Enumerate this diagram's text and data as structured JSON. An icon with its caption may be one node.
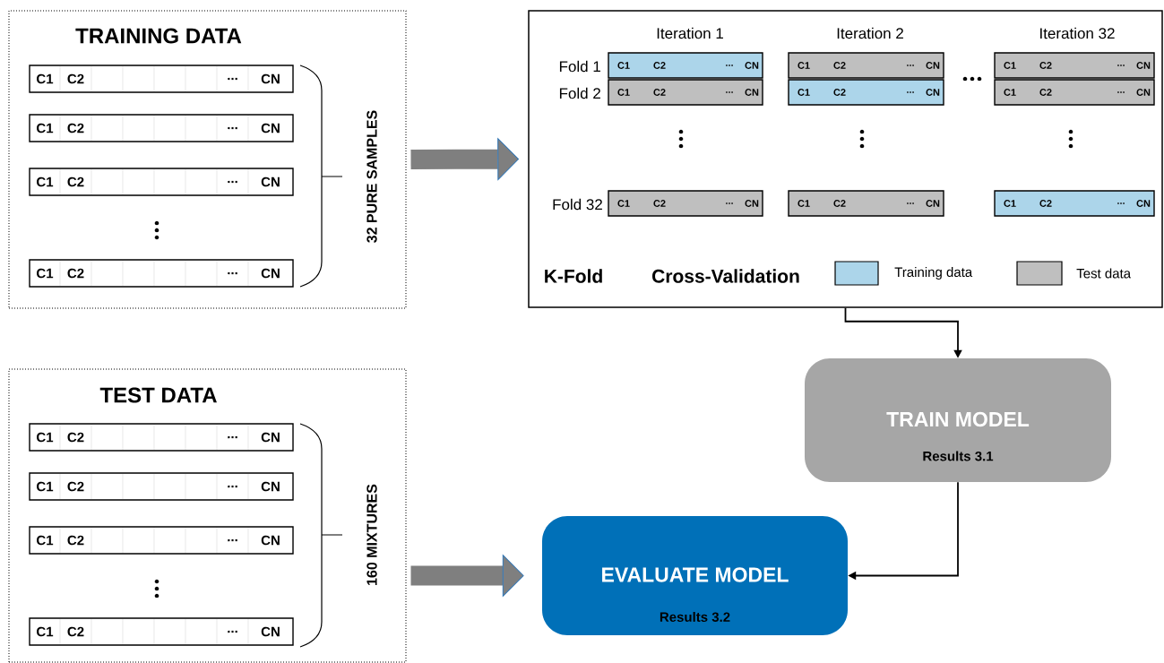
{
  "diagram": {
    "nodes": [
      {
        "text": [
          "TRAINING DATA",
          "32 PURE SAMPLES"
        ]
      },
      {
        "text": [
          "C1",
          "C2",
          "...",
          "CN"
        ],
        "in": 0
      },
      {
        "text": [
          "C1",
          "C2",
          "...",
          "CN"
        ],
        "in": 0
      },
      {
        "text": [
          "C1",
          "C2",
          "...",
          "CN"
        ],
        "in": 0
      },
      {
        "text": [
          "C1",
          "C2",
          "...",
          "CN"
        ],
        "in": 0
      },
      {
        "text": [
          "TEST DATA",
          "160 MIXTURES"
        ]
      },
      {
        "text": [
          "C1",
          "C2",
          "...",
          "CN"
        ],
        "in": 5
      },
      {
        "text": [
          "C1",
          "C2",
          "...",
          "CN"
        ],
        "in": 5
      },
      {
        "text": [
          "C1",
          "C2",
          "...",
          "CN"
        ],
        "in": 5
      },
      {
        "text": [
          "C1",
          "C2",
          "...",
          "CN"
        ],
        "in": 5
      },
      {
        "text": [
          "K-Fold",
          "Cross-Validation"
        ]
      },
      {
        "text": [
          "C1",
          "C2",
          "...",
          "CN"
        ],
        "in": 10
      },
      {
        "text": [
          "C1",
          "C2",
          "...",
          "CN"
        ],
        "in": 10
      },
      {
        "text": [
          "C1",
          "C2",
          "...",
          "CN"
        ],
        "in": 10
      },
      {
        "text": [
          "C1",
          "C2",
          "...",
          "CN"
        ],
        "in": 10
      },
      {
        "text": [
          "C1",
          "C2",
          "...",
          "CN"
        ],
        "in": 10
      },
      {
        "text": [
          "C1",
          "C2",
          "...",
          "CN"
        ],
        "in": 10
      },
      {
        "text": [
          "C1",
          "C2",
          "...",
          "CN"
        ],
        "in": 10
      },
      {
        "text": [
          "C1",
          "C2",
          "...",
          "CN"
        ],
        "in": 10
      },
      {
        "text": [
          "C1",
          "C2",
          "...",
          "CN"
        ],
        "in": 10
      },
      {
        "text": [
          "TRAIN MODEL",
          "Results 3.1"
        ]
      },
      {
        "text": [
          "EVALUATE MODEL",
          "Results 3.2"
        ]
      }
    ],
    "edges": [
      {
        "from": 0,
        "to": 10,
        "arrow": "to",
        "style": "thick",
        "color": "#7f7f7f"
      },
      {
        "from": 10,
        "to": 20,
        "arrow": "to",
        "color": "#000000"
      },
      {
        "from": 20,
        "to": 21,
        "arrow": "to",
        "color": "#000000"
      },
      {
        "from": 5,
        "to": 21,
        "arrow": "to",
        "style": "thick",
        "color": "#7f7f7f"
      }
    ],
    "labels": [
      "Iteration 1",
      "Iteration 2",
      "Iteration 32",
      "Fold 1",
      "Fold 2",
      "Fold 32"
    ],
    "legend": [
      {
        "text": "Training data",
        "color": "#acd5ea"
      },
      {
        "text": "Test data",
        "color": "#bfbfbf"
      }
    ]
  }
}
